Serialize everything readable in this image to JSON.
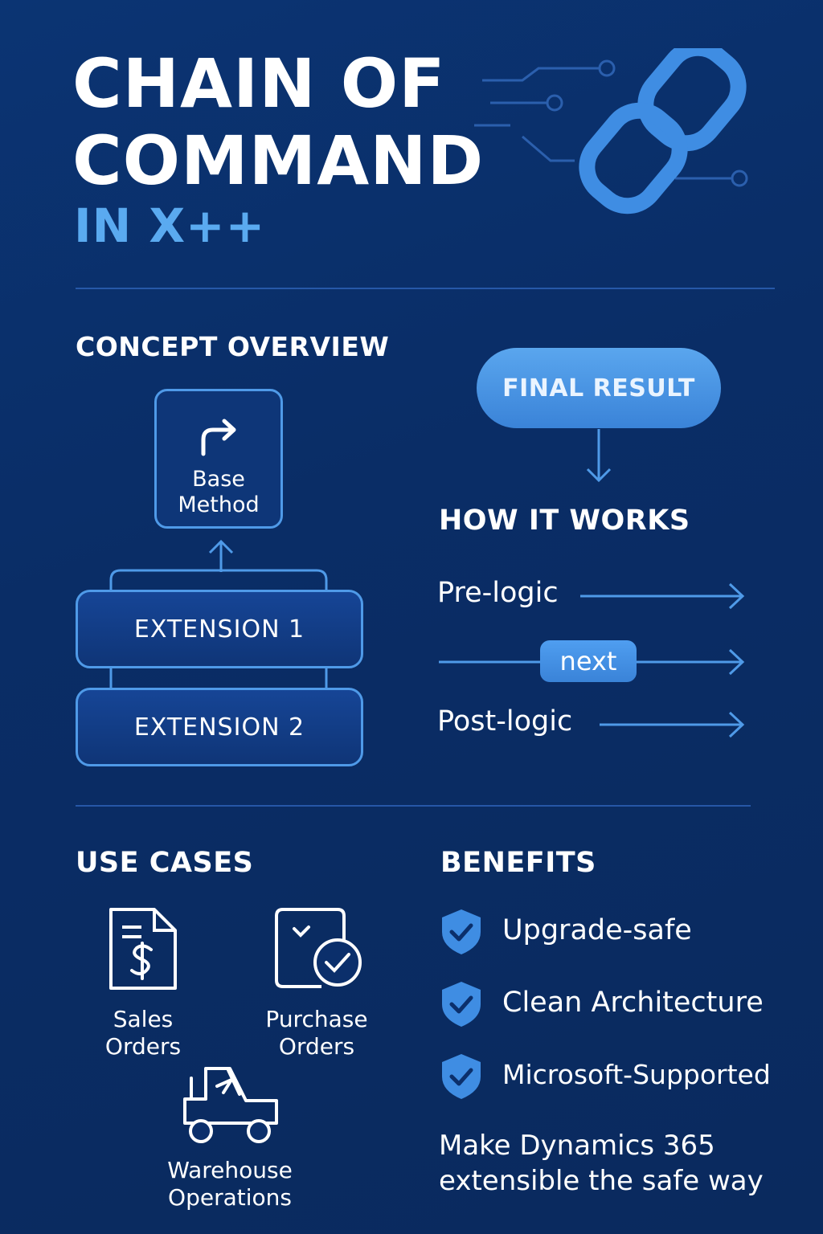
{
  "title": {
    "line1": "CHAIN OF",
    "line2": "COMMAND",
    "subtitle": "IN X++"
  },
  "concept": {
    "heading": "CONCEPT OVERVIEW",
    "base_method": "Base Method",
    "extension1": "EXTENSION 1",
    "extension2": "EXTENSION 2"
  },
  "flow": {
    "final_result": "FINAL RESULT",
    "heading": "HOW IT WORKS",
    "pre": "Pre-logic",
    "next": "next",
    "post": "Post-logic"
  },
  "use_cases": {
    "heading": "USE CASES",
    "items": [
      {
        "label": "Sales Orders",
        "icon": "invoice-dollar-icon"
      },
      {
        "label": "Purchase Orders",
        "icon": "checklist-icon"
      },
      {
        "label": "Warehouse Operations",
        "icon": "forklift-icon"
      }
    ]
  },
  "benefits": {
    "heading": "BENEFITS",
    "items": [
      {
        "label": "Upgrade-safe",
        "icon": "shield-check-icon"
      },
      {
        "label": "Clean Architecture",
        "icon": "shield-check-icon"
      },
      {
        "label": "Microsoft-Supported",
        "icon": "shield-check-icon"
      }
    ],
    "tagline_line1": "Make Dynamics 365",
    "tagline_line2": "extensible the safe way"
  },
  "colors": {
    "background": "#0a2d66",
    "accent": "#4f9ae8",
    "accent_light": "#5aaaf0",
    "pill": "#3a83d8"
  }
}
